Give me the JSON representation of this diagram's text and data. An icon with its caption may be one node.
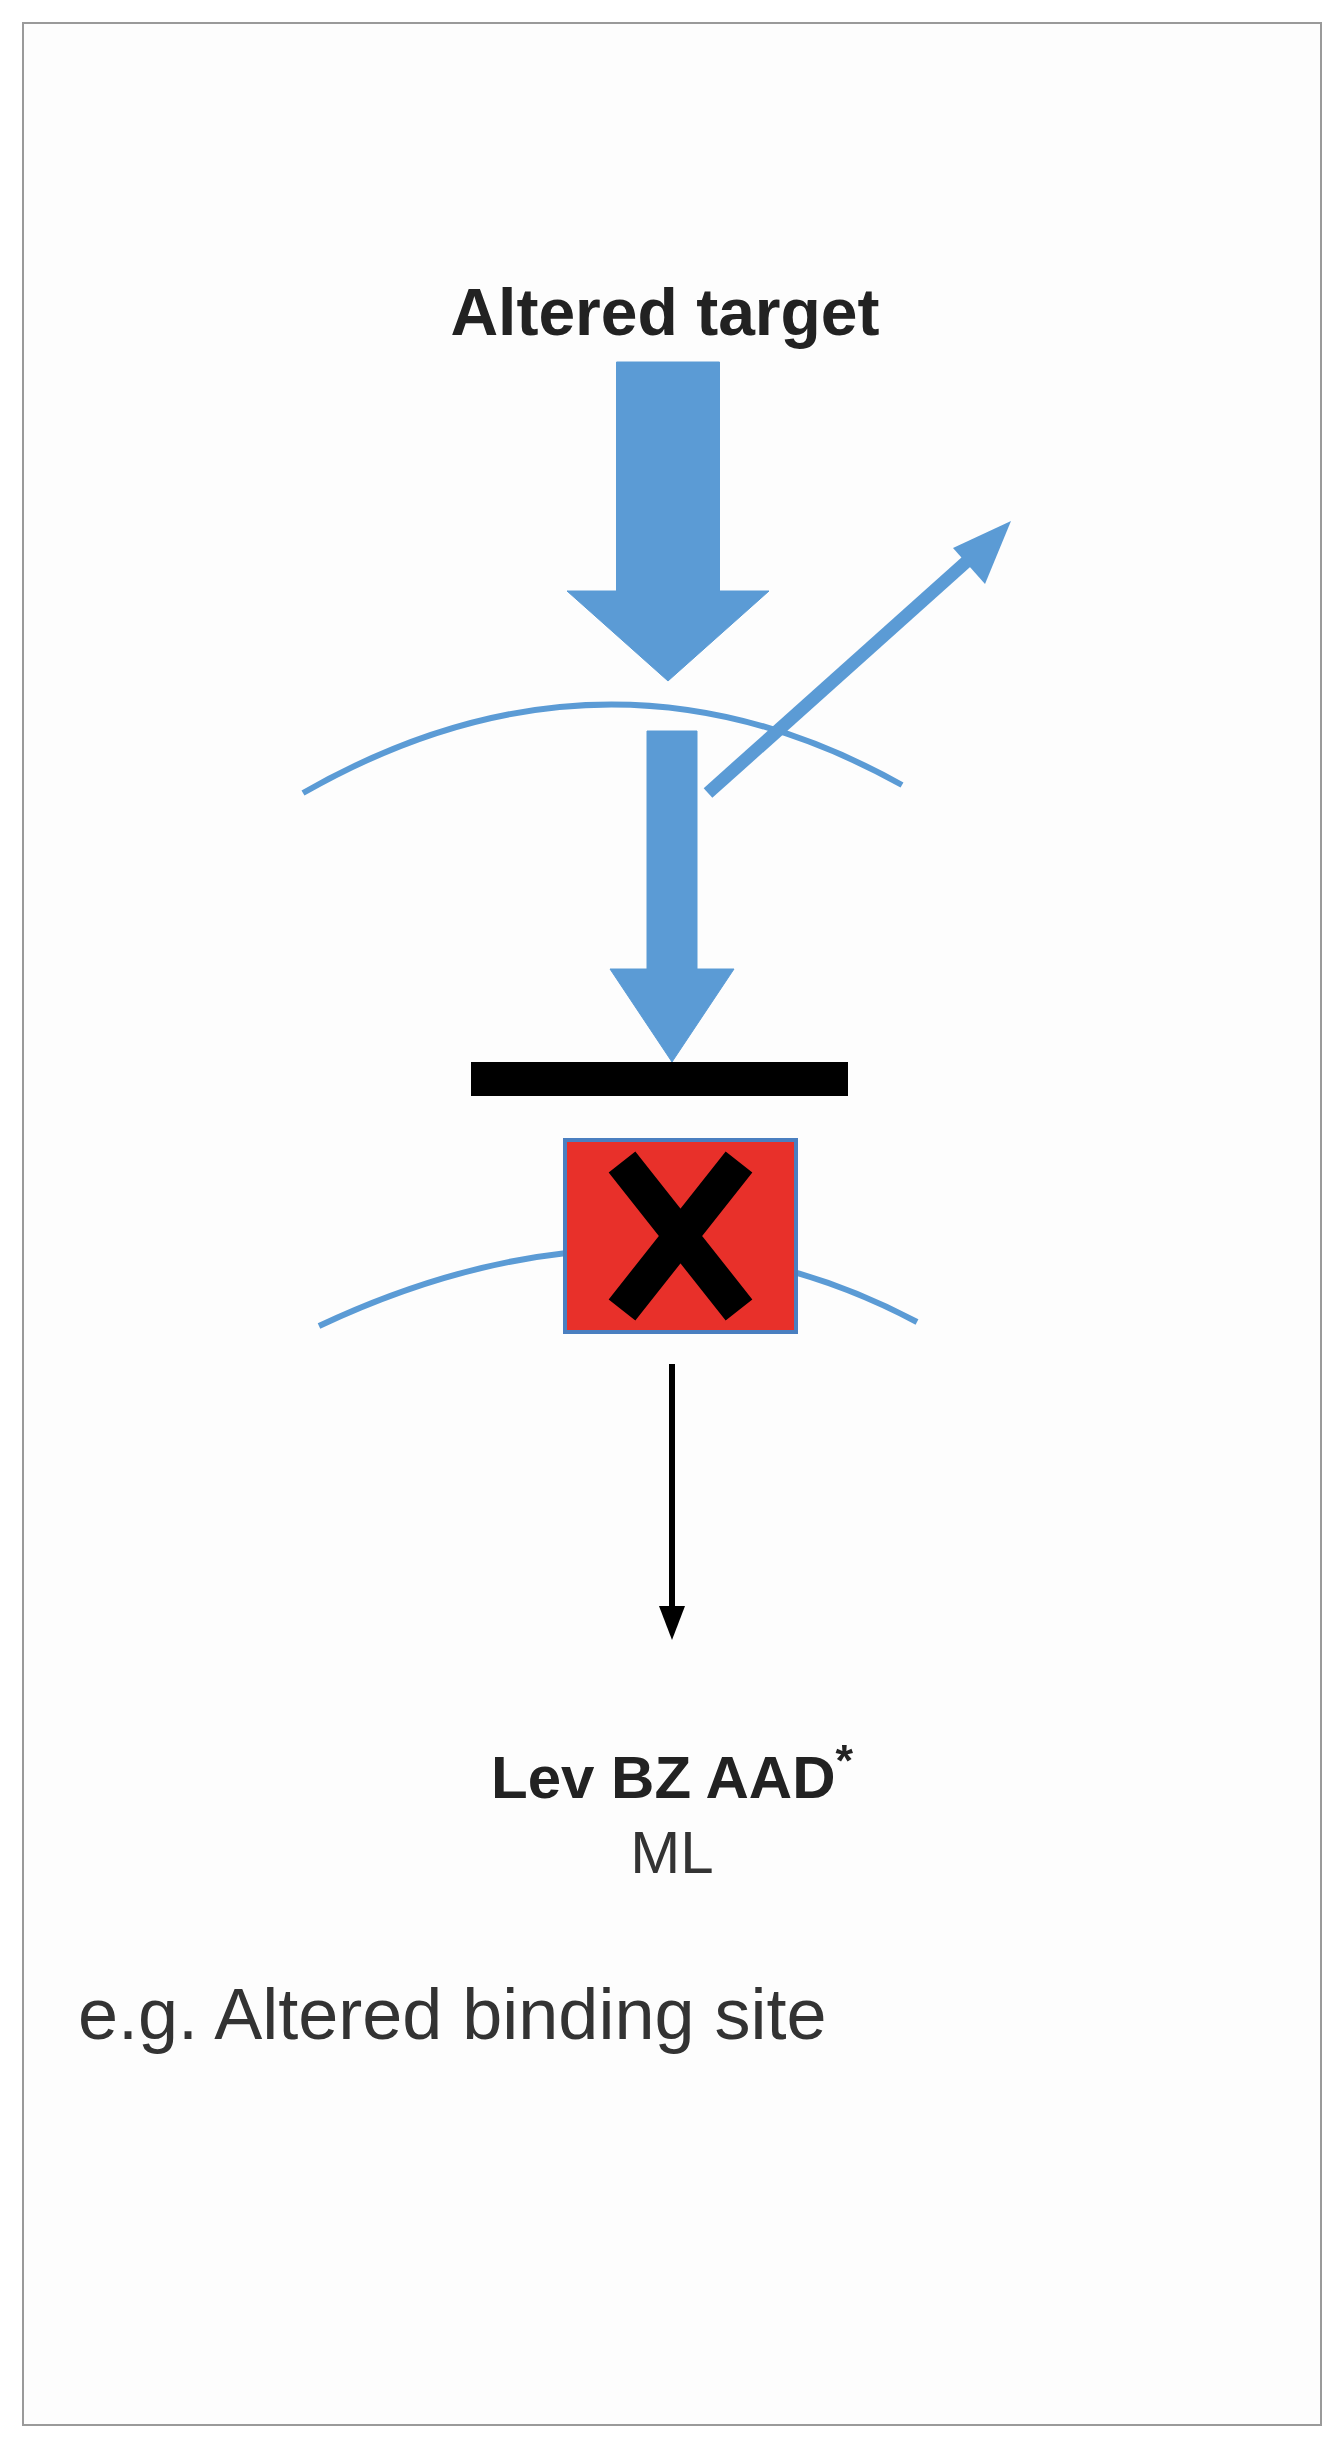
{
  "diagram": {
    "nodes": [
      {
        "text": [
          "Altered target"
        ]
      },
      {
        "text": [],
        "shape": "bar"
      },
      {
        "text": [],
        "shape": "box"
      },
      {
        "text": [
          "Lev BZ AAD$^{*}$",
          "ML"
        ]
      }
    ],
    "edges": [
      {
        "from": 0,
        "to": null,
        "arrow": "to",
        "style": "thick"
      },
      {
        "from": null,
        "to": 1,
        "arrow": "to",
        "style": "thick"
      },
      {
        "from": 2,
        "to": 3,
        "arrow": "to",
        "color": "#000000"
      }
    ],
    "labels": [
      "e.g. Altered binding site"
    ]
  }
}
